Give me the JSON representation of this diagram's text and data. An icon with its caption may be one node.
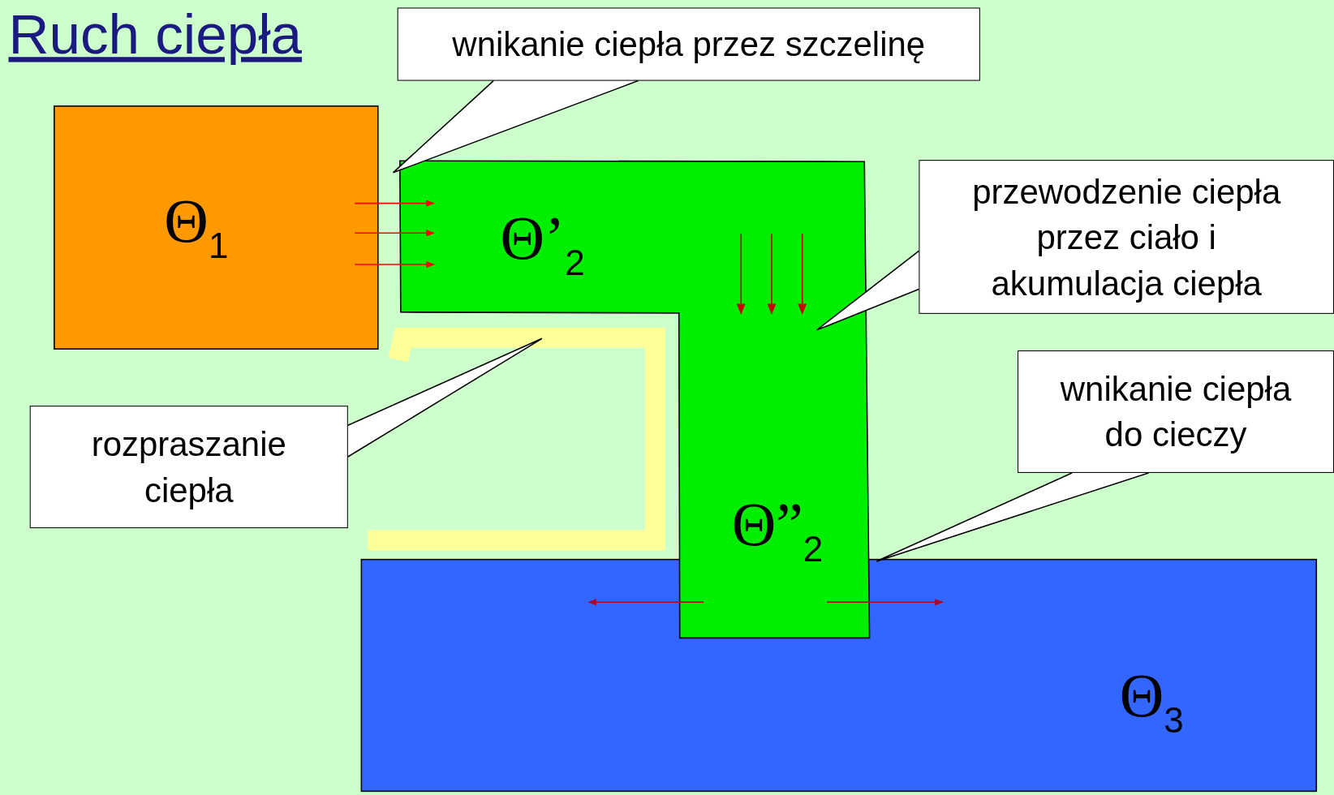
{
  "diagram": {
    "title": "Ruch ciepła",
    "nodes": [
      {
        "text": [
          "Θ$_{1}$"
        ]
      },
      {
        "text": [
          "Θ’$_{2}$",
          "Θ”$_{2}$"
        ]
      },
      {
        "text": [
          "Θ$_{3}$"
        ]
      },
      {
        "text": [],
        "shape": "bar"
      },
      {
        "text": [
          "wnikanie ciepła przez szczelinę"
        ]
      },
      {
        "text": [
          "przewodzenie ciepła przez ciało i akumulacja ciepła"
        ]
      },
      {
        "text": [
          "rozpraszanie ciepła"
        ]
      },
      {
        "text": [
          "wnikanie ciepła do cieczy"
        ]
      }
    ],
    "edges": [
      {
        "from": 4,
        "to": null,
        "arrow": "none"
      },
      {
        "from": 5,
        "to": 1,
        "arrow": "none"
      },
      {
        "from": 6,
        "to": 3,
        "arrow": "none"
      },
      {
        "from": 7,
        "to": 2,
        "arrow": "none"
      },
      {
        "from": 0,
        "to": 1,
        "arrow": "to",
        "color": "#ff0000"
      },
      {
        "from": 0,
        "to": 1,
        "arrow": "to",
        "color": "#ff0000"
      },
      {
        "from": 0,
        "to": 1,
        "arrow": "to",
        "color": "#ff0000"
      },
      {
        "from": 1,
        "to": 2,
        "arrow": "to",
        "color": "#b00020"
      },
      {
        "from": 1,
        "to": 2,
        "arrow": "to",
        "color": "#b00020"
      }
    ]
  }
}
